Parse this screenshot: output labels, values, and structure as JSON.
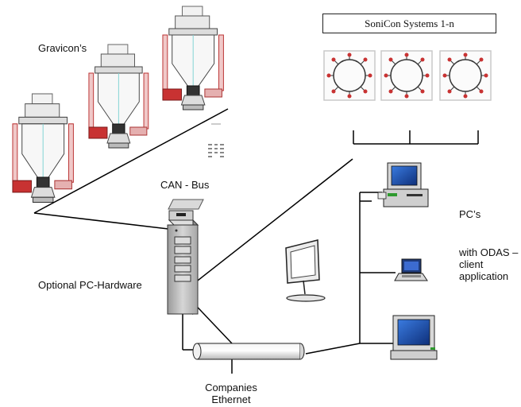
{
  "diagram": {
    "labels": {
      "gravicons": "Gravicon’s",
      "sonicon_systems": "SoniCon Systems 1-n",
      "can_bus": "CAN - Bus",
      "optional_pc_hardware": "Optional PC-Hardware",
      "pcs": "PC’s",
      "odas_client_line1": "with ODAS –",
      "odas_client_line2": "client",
      "odas_client_line3": "application",
      "companies_ethernet_line1": "Companies",
      "companies_ethernet_line2": "Ethernet"
    },
    "colors": {
      "line": "#000000",
      "device_gray": "#c8c8c8",
      "screen_blue": "#1a4fb5",
      "screen_teal": "#1f8f8f",
      "accent_red": "#c83232",
      "sensor_border": "#c9c9c9"
    }
  }
}
